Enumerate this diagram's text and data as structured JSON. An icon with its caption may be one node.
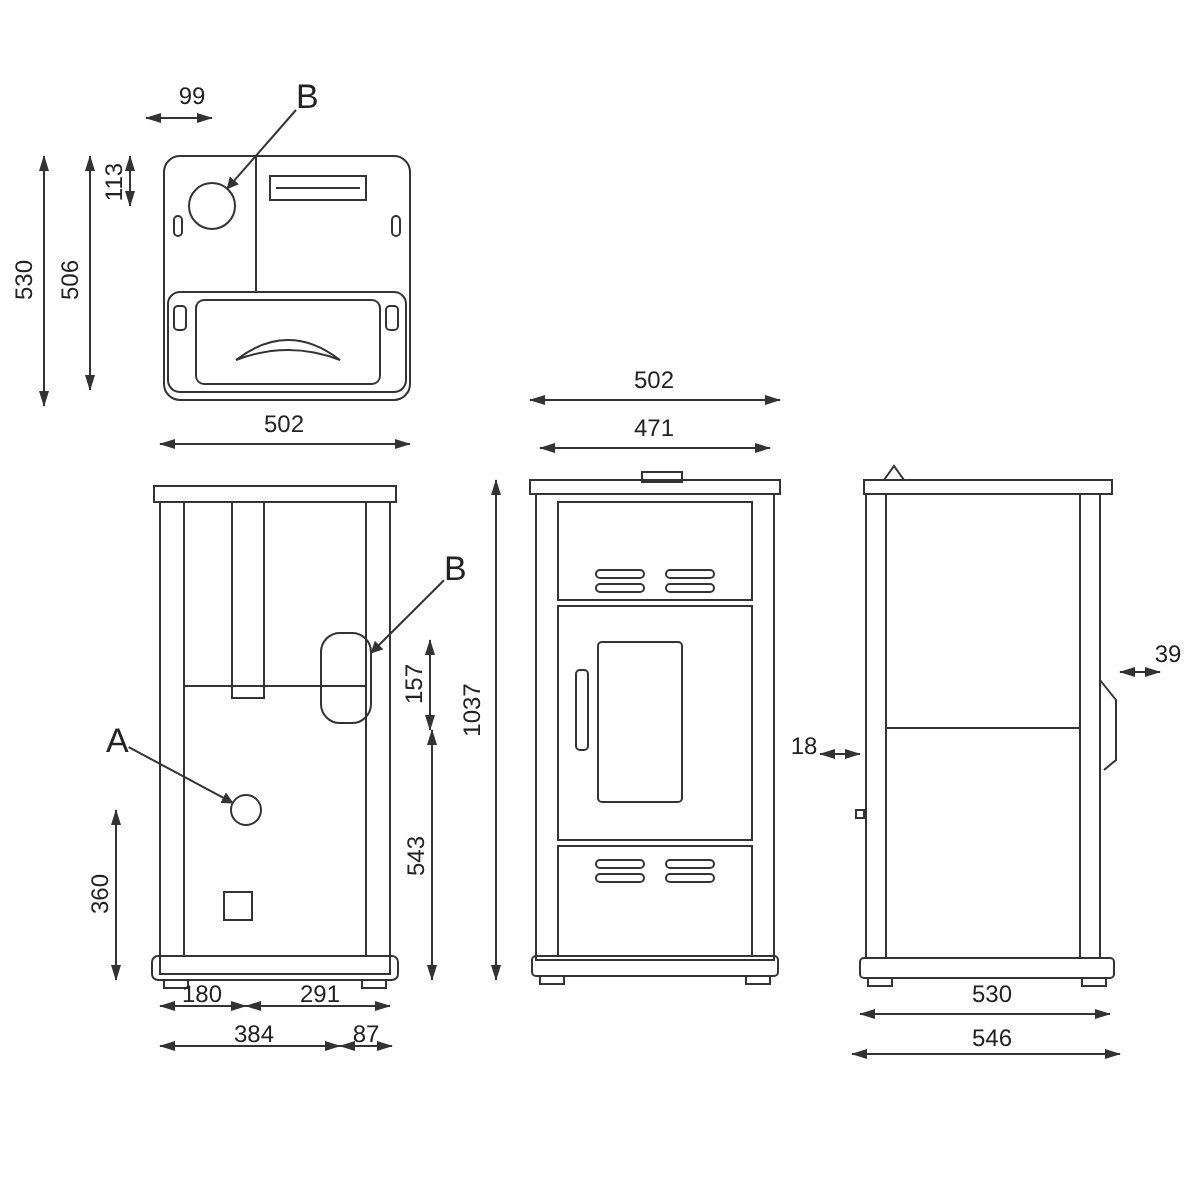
{
  "diagram": {
    "nodes": [
      {
        "text": [
          "B"
        ]
      },
      {
        "text": [],
        "shape": "circle"
      },
      {
        "text": [
          "A"
        ]
      },
      {
        "text": [],
        "shape": "circle"
      },
      {
        "text": [
          "B"
        ]
      },
      {
        "text": [],
        "shape": "box"
      }
    ],
    "edges": [
      {
        "from": 0,
        "to": 1,
        "arrow": "to"
      },
      {
        "from": 2,
        "to": 3,
        "arrow": "to"
      },
      {
        "from": 4,
        "to": 5,
        "arrow": "to"
      }
    ],
    "labels": [
      "99",
      "113",
      "530",
      "506",
      "502",
      "502",
      "471",
      "157",
      "1037",
      "39",
      "18",
      "543",
      "360",
      "180",
      "291",
      "530",
      "384",
      "87",
      "546"
    ]
  }
}
